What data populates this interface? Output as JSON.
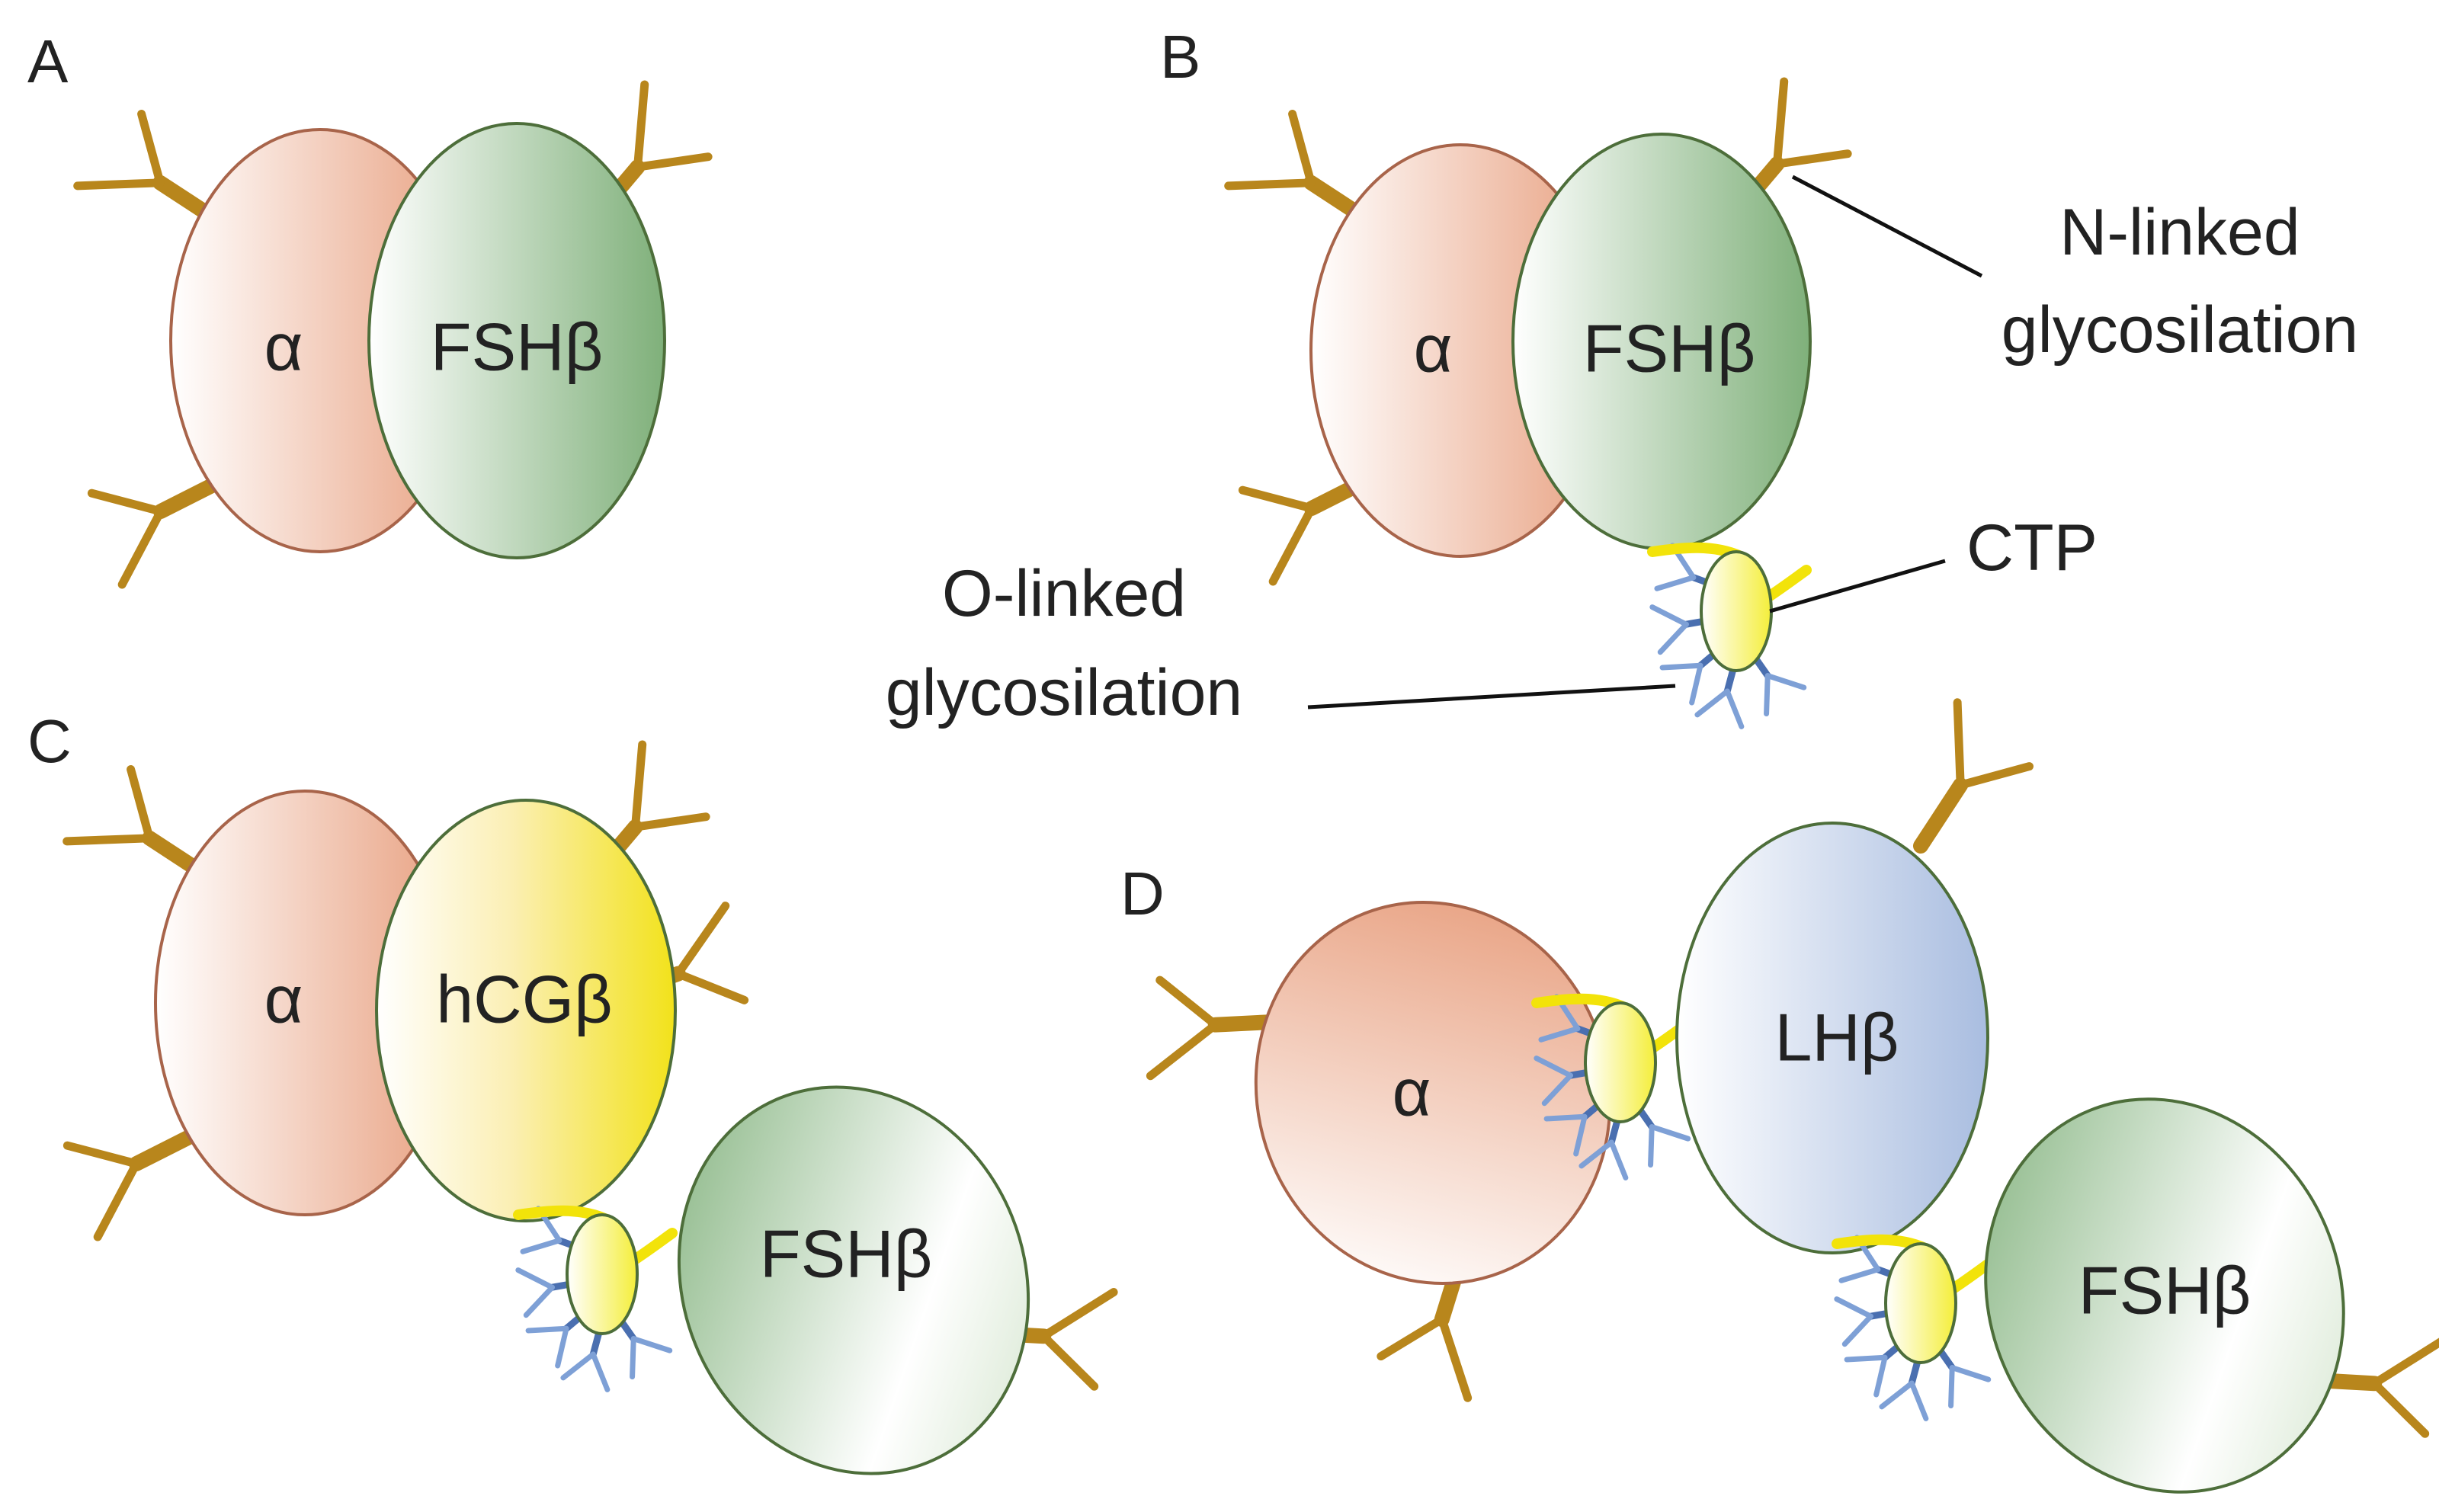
{
  "colors": {
    "alpha": "#e8a080",
    "fsh_beta": "#7fb07a",
    "hcg_beta": "#f2e21a",
    "lh_beta": "#a9bde0",
    "ctp": "#f4ee3a",
    "n_glycan": "#b8861c",
    "o_glycan": "#4a6fb0"
  },
  "panels": {
    "a": {
      "letter": "A",
      "alpha": "α",
      "beta": "FSHβ"
    },
    "b": {
      "letter": "B",
      "alpha": "α",
      "beta": "FSHβ",
      "n_linked": [
        "N-linked",
        "glycosilation"
      ],
      "ctp": "CTP",
      "o_linked": [
        "O-linked",
        "glycosilation"
      ]
    },
    "c": {
      "letter": "C",
      "alpha": "α",
      "beta": "hCGβ",
      "fused_beta": "FSHβ"
    },
    "d": {
      "letter": "D",
      "alpha": "α",
      "beta": "LHβ",
      "fused_beta": "FSHβ"
    }
  }
}
